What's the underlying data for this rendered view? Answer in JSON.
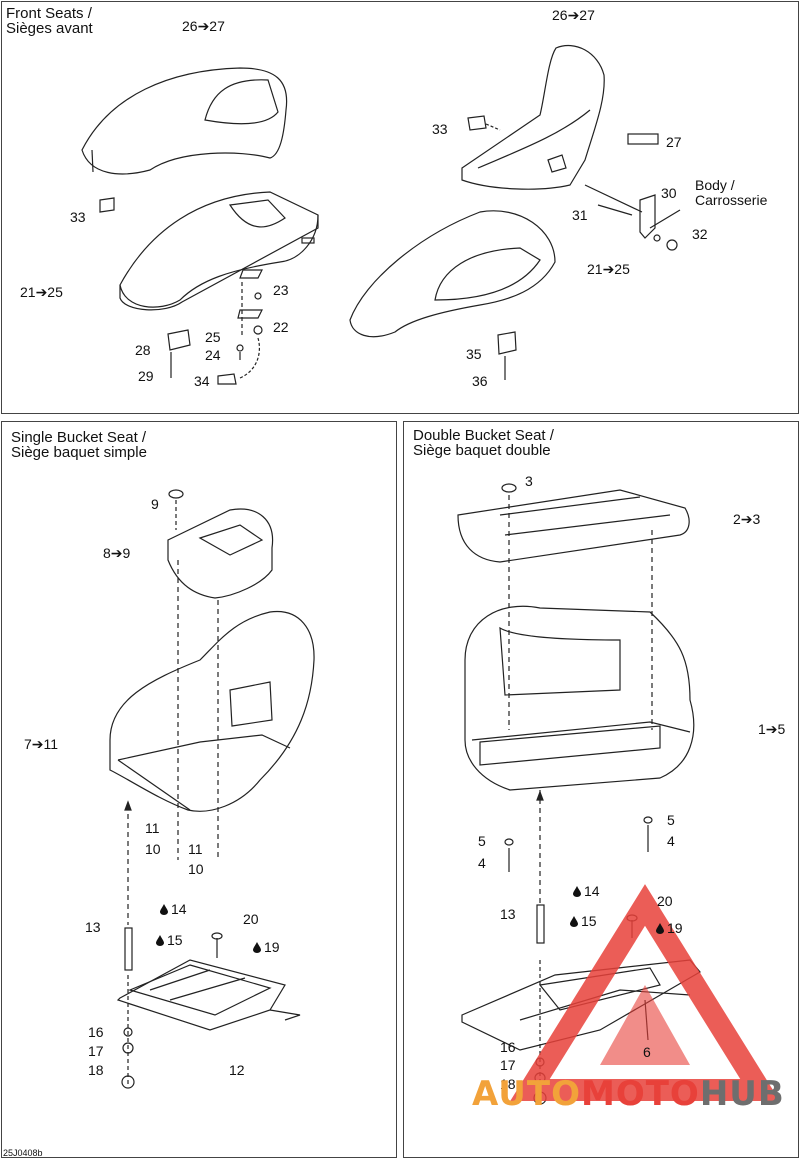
{
  "panels": {
    "front": {
      "title_en": "Front Seats /",
      "title_fr": "Sièges avant"
    },
    "single": {
      "title_en": "Single Bucket Seat /",
      "title_fr": "Siège baquet simple"
    },
    "double": {
      "title_en": "Double Bucket Seat /",
      "title_fr": "Siège baquet double"
    }
  },
  "front_labels": {
    "l1": "26➔27",
    "l2": "33",
    "l3": "21➔25",
    "l4": "23",
    "l5": "22",
    "l6": "25",
    "l7": "24",
    "l8": "28",
    "l9": "29",
    "l10": "34",
    "l11": "26➔27",
    "l12": "33",
    "l13": "27",
    "l14": "30",
    "l15": "Body /",
    "l16": "Carrosserie",
    "l17": "31",
    "l18": "32",
    "l19": "21➔25",
    "l20": "35",
    "l21": "36"
  },
  "single_labels": {
    "l1": "9",
    "l2": "8➔9",
    "l3": "7➔11",
    "l4": "11",
    "l5": "10",
    "l6": "11",
    "l7": "10",
    "l8": "14",
    "l9": "13",
    "l10": "15",
    "l11": "20",
    "l12": "19",
    "l13": "16",
    "l14": "17",
    "l15": "18",
    "l16": "12"
  },
  "double_labels": {
    "l1": "3",
    "l2": "2➔3",
    "l3": "1➔5",
    "l4": "5",
    "l5": "5",
    "l6": "4",
    "l7": "4",
    "l8": "14",
    "l9": "13",
    "l10": "15",
    "l11": "20",
    "l12": "19",
    "l13": "6",
    "l14": "16",
    "l15": "17",
    "l16": "18"
  },
  "footer": {
    "code": "25J0408b"
  },
  "watermark": {
    "part1": "AUTO",
    "part2": "MOTO",
    "part3": "HUB",
    "color_red": "#e8413a",
    "color_orange": "#f2a23a",
    "color_grey": "#6e6e6e"
  }
}
